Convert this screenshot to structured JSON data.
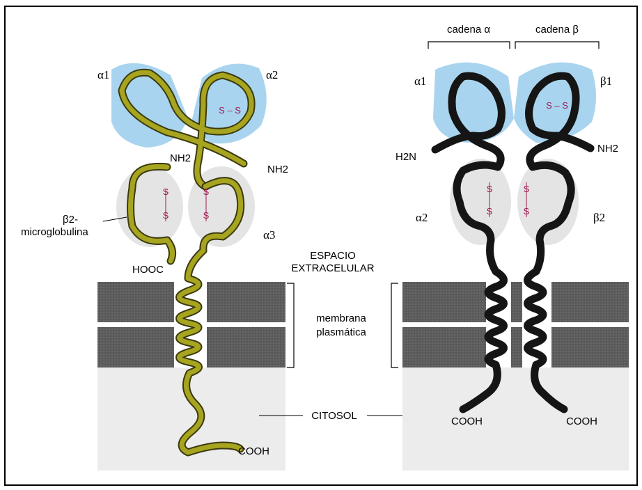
{
  "left_molecule": {
    "alpha1": "α1",
    "alpha2": "α2",
    "alpha3": "α3",
    "beta2_label": "β2-",
    "microglobulina": "microglobulina",
    "nh2_top": "NH2",
    "nh2_side": "NH2",
    "hooc": "HOOC",
    "cooh": "COOH",
    "ss_top": "S – S"
  },
  "right_molecule": {
    "cadena_alpha": "cadena α",
    "cadena_beta": "cadena β",
    "alpha1": "α1",
    "beta1": "β1",
    "alpha2": "α2",
    "beta2": "β2",
    "h2n": "H2N",
    "nh2": "NH2",
    "cooh_left": "COOH",
    "cooh_right": "COOH",
    "ss_top": "S – S"
  },
  "center": {
    "espacio_line1": "ESPACIO",
    "espacio_line2": "EXTRACELULAR",
    "membrana_line1": "membrana",
    "membrana_line2": "plasmática",
    "citosol": "CITOSOL"
  },
  "colors": {
    "domain_blue": "#a9d4ef",
    "domain_grey": "#e4e4e4",
    "membrane": "#5e5e5e",
    "cytosol": "#ececec",
    "chain_olive": "#a7a41f",
    "chain_black": "#151515",
    "disulfide": "#a01850"
  }
}
